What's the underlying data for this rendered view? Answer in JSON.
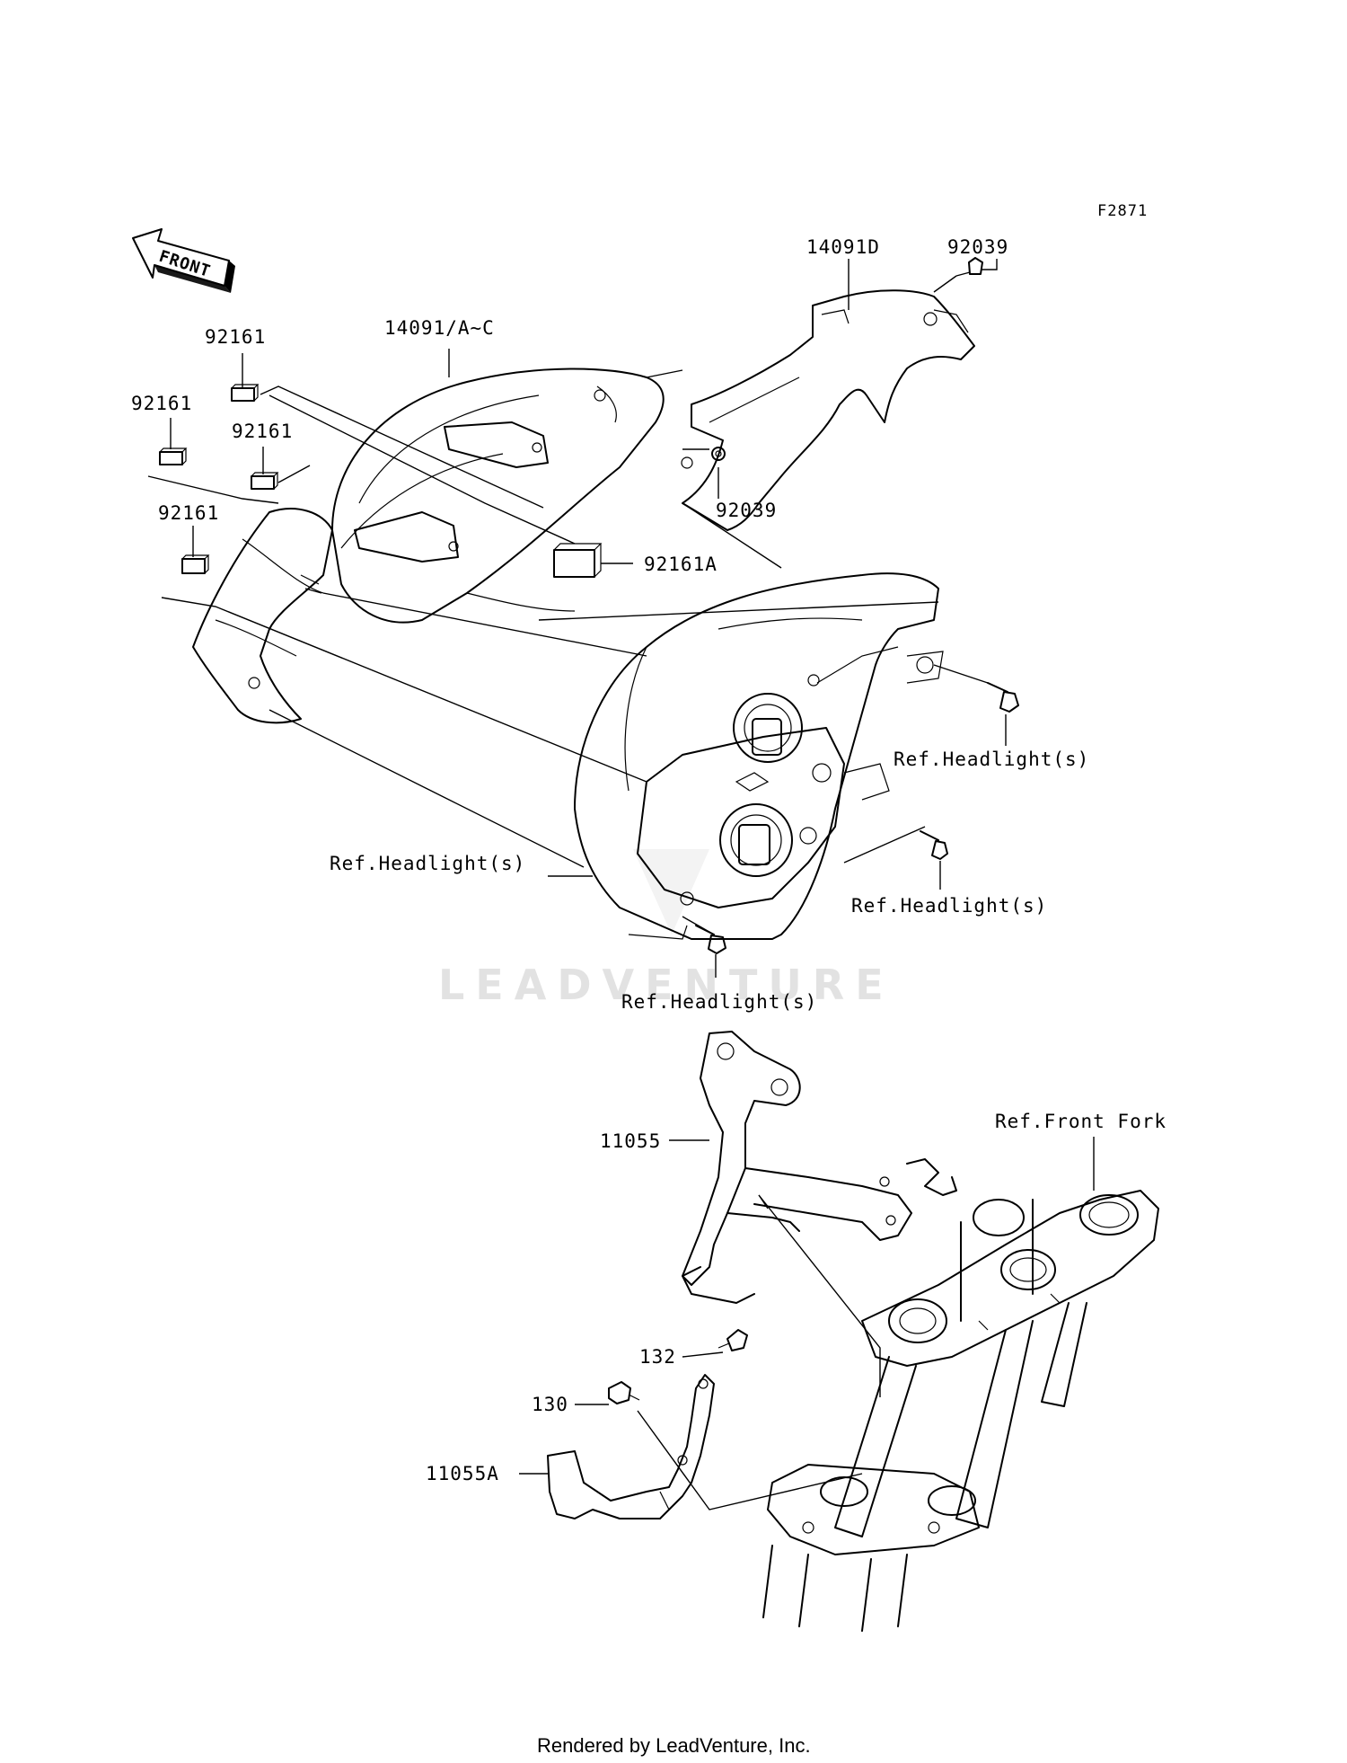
{
  "figure_code": "F2871",
  "front_arrow_text": "FRONT",
  "watermark": "LEADVENTURE",
  "footer": "Rendered by LeadVenture, Inc.",
  "labels": {
    "p14091D": "14091D",
    "p92039_top": "92039",
    "p14091AC": "14091/A~C",
    "p92161_a": "92161",
    "p92161_b": "92161",
    "p92161_c": "92161",
    "p92161_d": "92161",
    "p92039_mid": "92039",
    "p92161A": "92161A",
    "ref_headlight_1": "Ref.Headlight(s)",
    "ref_headlight_2": "Ref.Headlight(s)",
    "ref_headlight_3": "Ref.Headlight(s)",
    "ref_headlight_4": "Ref.Headlight(s)",
    "ref_front_fork": "Ref.Front Fork",
    "p11055": "11055",
    "p132": "132",
    "p130": "130",
    "p11055A": "11055A"
  }
}
